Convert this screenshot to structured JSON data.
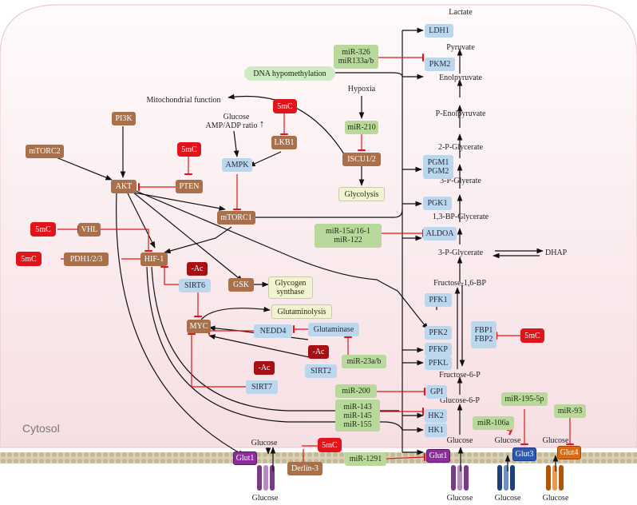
{
  "labels": {
    "cytosol": "Cytosol",
    "mito_function": "Mitochondrial function",
    "glucose_amp": "Glucose",
    "amp_ratio": "AMP/ADP ratio",
    "hypoxia": "Hypoxia",
    "lactate": "Lactate",
    "pyruvate": "Pyruvate",
    "enolpyruvate": "Enolpyruvate",
    "p_enolpyruvate": "P-Enolpyruvate",
    "p2_glycerate": "2-P-Glycerate",
    "p3_glycerate_top": "3-P-Glyerate",
    "bp13_glycerate": "1,3-BP-Glycerate",
    "p3_glycerate": "3-P-Glycerate",
    "dhap": "DHAP",
    "f16bp": "Fructose-1,6-BP",
    "f6p": "Fructose-6-P",
    "g6p": "Glucose-6-P",
    "glucose_path": "Glucose",
    "glucose_glut1": "Glucose",
    "glucose_glut3": "Glucose",
    "glucose_glut4": "Glucose",
    "glucose_out_1": "Glucose",
    "glucose_out_2": "Glucose",
    "glucose_out_3": "Glucose",
    "glucose_out_4": "Glucose"
  },
  "nodes": {
    "pi3k": "PI3K",
    "mtorc2": "mTORC2",
    "akt": "AKT",
    "pten": "PTEN",
    "lkb1": "LKB1",
    "ampk": "AMPK",
    "mtorc1": "mTORC1",
    "iscu": "ISCU1/2",
    "mir210": "miR-210",
    "glycolysis": "Glycolysis",
    "dna_hypo": "DNA hypomethylation",
    "mir326": "miR-326\nmiR133a/b",
    "vhl": "VHL",
    "pdh": "PDH1/2/3",
    "hif1": "HIF-1",
    "ac_sirt6": "-Ac",
    "sirt6": "SIRT6",
    "gsk": "GSK",
    "glycogen": "Glycogen\nsynthase",
    "glutaminolysis": "Glutaminolysis",
    "myc": "MYC",
    "nedd4": "NEDD4",
    "glutaminase": "Glutaminase",
    "ac_sirt2": "-Ac",
    "sirt2": "SIRT2",
    "ac_sirt7": "-Ac",
    "sirt7": "SIRT7",
    "mir23": "miR-23a/b",
    "mir15": "miR-15a/16-1\nmiR-122",
    "mir200": "miR-200",
    "mir143": "miR-143\nmiR-145\nmiR-155",
    "mir1291": "miR-1291",
    "mir195": "miR-195-5p",
    "mir106": "miR-106a",
    "mir93": "miR-93",
    "derlin3": "Derlin-3",
    "ldh1": "LDH1",
    "pkm2": "PKM2",
    "pgm": "PGM1\nPGM2",
    "pgk1": "PGK1",
    "aldoa": "ALDOA",
    "pfk1": "PFK1",
    "pfk2": "PFK2",
    "pfkp": "PFKP",
    "pfkl": "PFKL",
    "fbp": "FBP1\nFBP2",
    "gpi": "GPI",
    "hk2": "HK2",
    "hk1": "HK1",
    "glut1_left": "Glut1",
    "glut1_right": "Glut1",
    "glut3": "Glut3",
    "glut4": "Glut4",
    "m5c_lkb1": "5mC",
    "m5c_pten": "5mC",
    "m5c_vhl": "5mC",
    "m5c_pdh": "5mC",
    "m5c_fbp": "5mC",
    "m5c_derlin": "5mC"
  },
  "colors": {
    "background_top": "#fdf2f4",
    "background_bottom": "#f7dce1",
    "membrane": "#c9bfa3",
    "inhibition": "#e0141a",
    "activation": "#111111",
    "methylation": "#e0141a",
    "enzyme": "#bcd6ee",
    "regulator": "#a9714b",
    "microrna": "#b9d99c"
  }
}
